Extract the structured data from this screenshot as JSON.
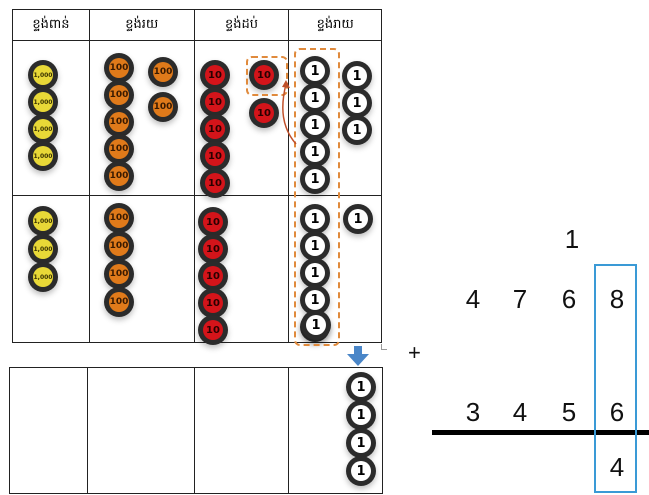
{
  "table": {
    "headers": [
      "ខ្ទង់ពាន់",
      "ខ្ទង់រយ",
      "ខ្ទង់ដប់",
      "ខ្ទង់រាយ"
    ]
  },
  "coins": {
    "thousand_label": "1,000",
    "hundred_label": "100",
    "ten_label": "10",
    "one_label": "1"
  },
  "counters": {
    "row1": {
      "thousands": 4,
      "hundreds": 7,
      "tens": 6,
      "ones": 8
    },
    "row2": {
      "thousands": 3,
      "hundreds": 4,
      "tens": 5,
      "ones": 6
    },
    "result": {
      "thousands": 0,
      "hundreds": 0,
      "tens": 0,
      "ones": 4
    }
  },
  "addition": {
    "carry": "1",
    "operator": "+",
    "addend1": [
      "4",
      "7",
      "6",
      "8"
    ],
    "addend2": [
      "3",
      "4",
      "5",
      "6"
    ],
    "result_ones": "4"
  },
  "colors": {
    "thousand": "#e8d837",
    "hundred": "#e07a1a",
    "ten": "#d4141a",
    "one": "#ffffff",
    "group_outline": "#e08a3c",
    "ones_column_box": "#3a9ad6",
    "arrow": "#4a86c8"
  }
}
